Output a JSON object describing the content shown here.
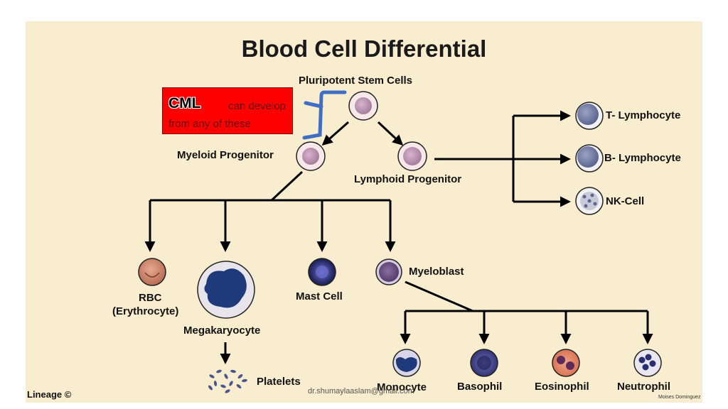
{
  "title": "Blood Cell Differential",
  "annotation": {
    "strong": "CML",
    "line1_rest": "can develop",
    "line2": "from any of these"
  },
  "nodes": {
    "stem": "Pluripotent Stem Cells",
    "myeloid": "Myeloid Progenitor",
    "lymphoid": "Lymphoid Progenitor",
    "t_cell": "T- Lymphocyte",
    "b_cell": "B- Lymphocyte",
    "nk_cell": "NK-Cell",
    "rbc_line1": "RBC",
    "rbc_line2": "(Erythrocyte)",
    "megakaryocyte": "Megakaryocyte",
    "platelets": "Platelets",
    "mast": "Mast Cell",
    "myeloblast": "Myeloblast",
    "monocyte": "Monocyte",
    "basophil": "Basophil",
    "eosinophil": "Eosinophil",
    "neutrophil": "Neutrophil"
  },
  "footer": {
    "left": "Lineage ©",
    "email": "dr.shumaylaaslam@gmail.com",
    "credit": "Moises Dominguez"
  },
  "colors": {
    "background": "#f9edcf",
    "annotation_box": "#ff0000",
    "bracket": "#3f6fc4",
    "arrow": "#000000"
  }
}
